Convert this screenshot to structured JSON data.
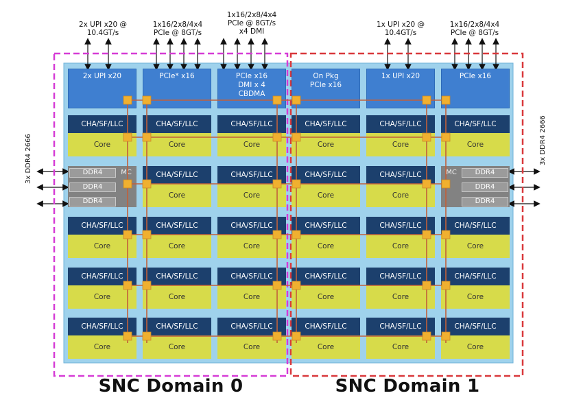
{
  "top_labels": [
    {
      "lines": [
        "2x UPI x20 @",
        "10.4GT/s"
      ]
    },
    {
      "lines": [
        "1x16/2x8/4x4",
        "PCIe @ 8GT/s"
      ]
    },
    {
      "lines": [
        "1x16/2x8/4x4",
        "PCIe @ 8GT/s",
        "x4 DMI"
      ]
    },
    {
      "lines": [
        "1x UPI x20 @",
        "10.4GT/s"
      ]
    },
    {
      "lines": [
        "1x16/2x8/4x4",
        "PCIe @ 8GT/s"
      ]
    }
  ],
  "io_blocks": [
    {
      "lines": [
        "2x UPI x20"
      ]
    },
    {
      "lines": [
        "PCIe* x16"
      ]
    },
    {
      "lines": [
        "PCIe x16",
        "DMI x 4",
        "CBDMA"
      ]
    },
    {
      "lines": [
        "On Pkg",
        "PCIe x16"
      ]
    },
    {
      "lines": [
        "1x UPI x20"
      ]
    },
    {
      "lines": [
        "PCIe x16"
      ]
    }
  ],
  "tile": {
    "cha_label": "CHA/SF/LLC",
    "core_label": "Core"
  },
  "memory_controller": {
    "label": "MC",
    "ddr_label": "DDR4"
  },
  "side_labels": {
    "left": "3x DDR4 2666",
    "right": "3x DDR4 2666"
  },
  "domains": [
    {
      "label": "SNC Domain 0",
      "color": "#d63bd6"
    },
    {
      "label": "SNC Domain 1",
      "color": "#d9383b"
    }
  ],
  "colors": {
    "die_background": "#9fd2ec",
    "io_block": "#3f7fd0",
    "cha": "#1c406d",
    "core": "#d7db4a",
    "mesh_line": "#c2603a",
    "mesh_stop": "#f0b030",
    "mc": "#828282"
  }
}
